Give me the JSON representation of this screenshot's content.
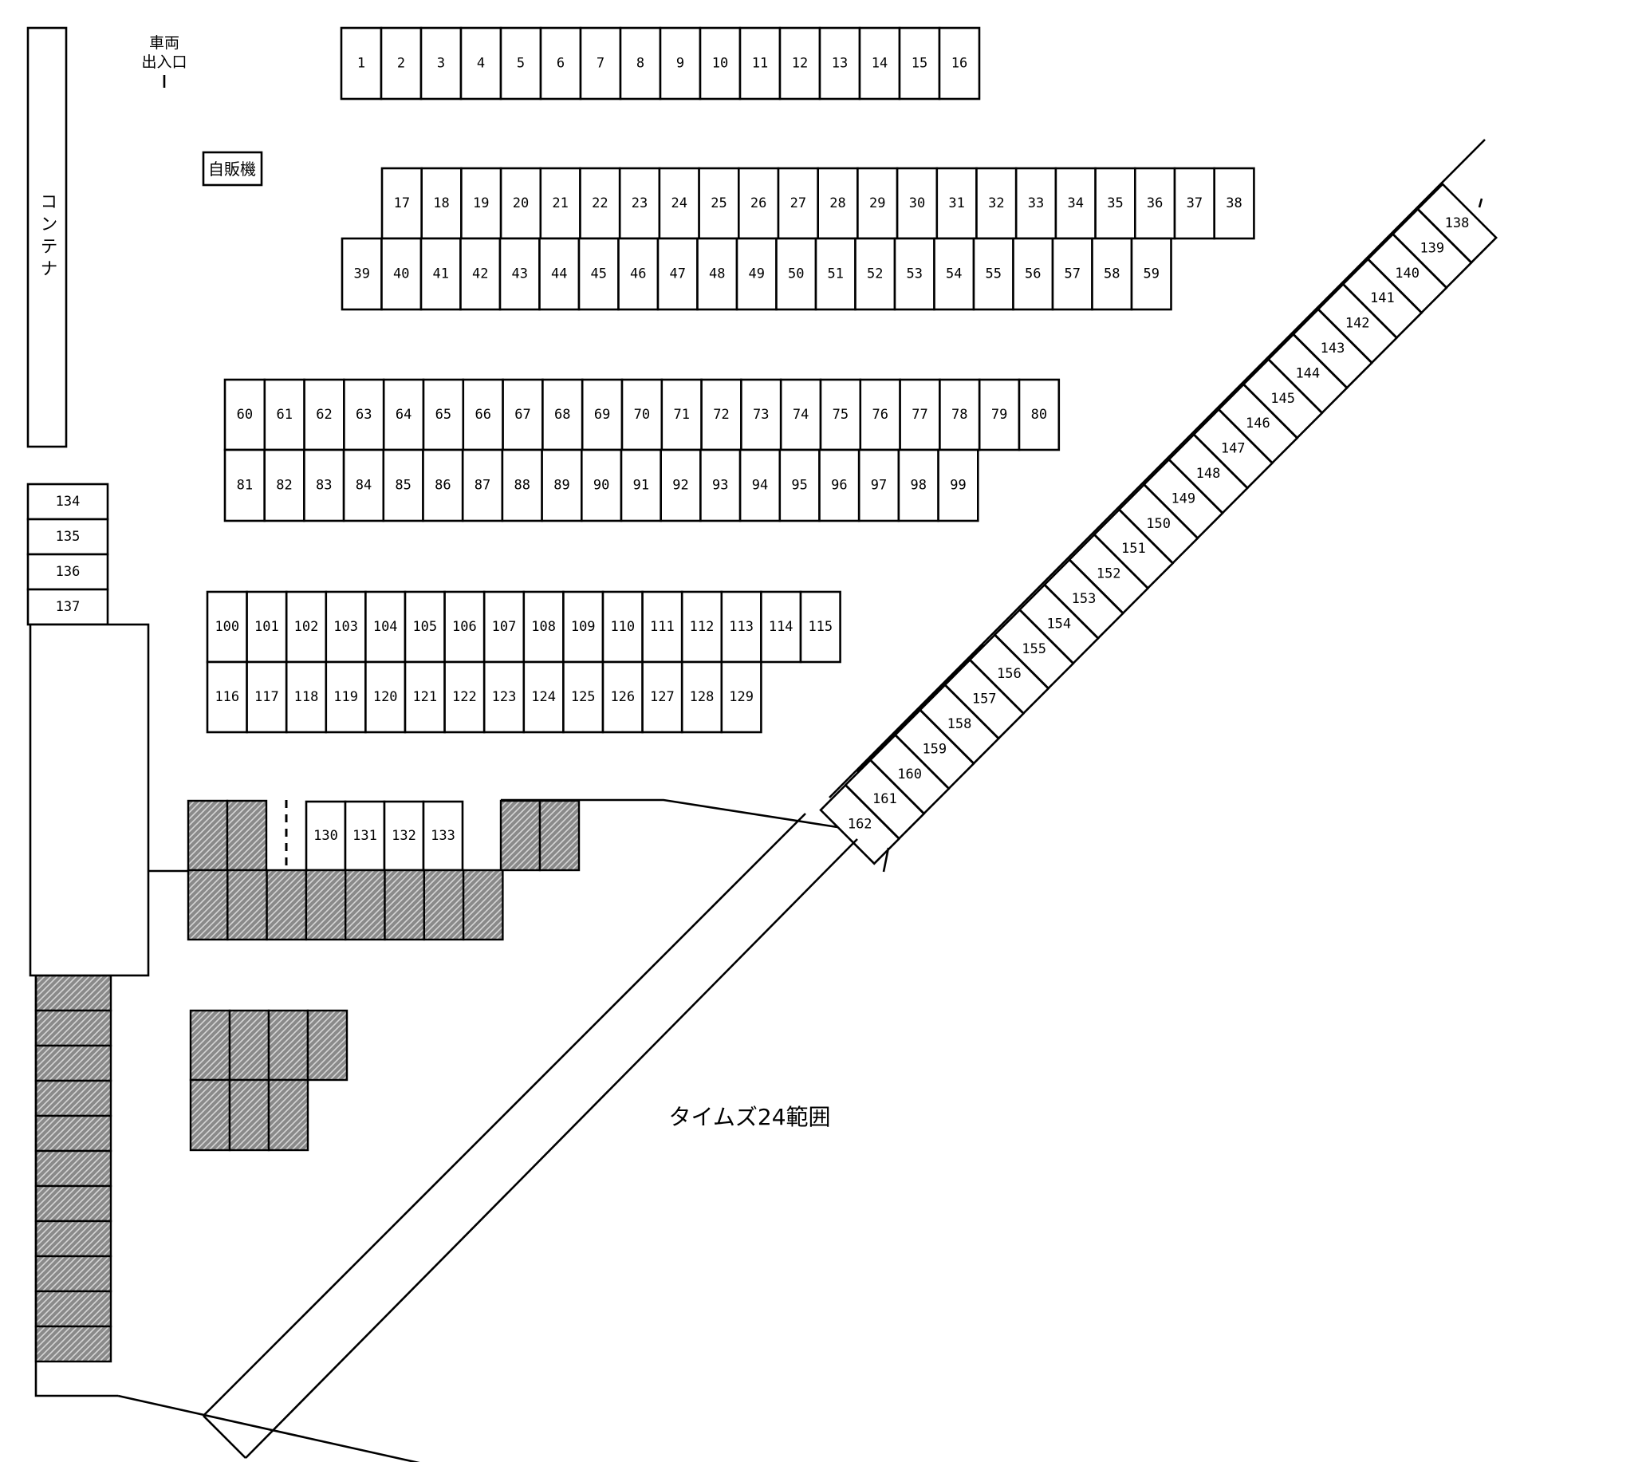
{
  "labels": {
    "vehicle_entrance_line1": "車両",
    "vehicle_entrance_line2": "出入口",
    "vending_machine": "自販機",
    "container": "コンテナ",
    "area_label": "タイムズ24範囲"
  },
  "stalls": {
    "row_a": [
      "1",
      "2",
      "3",
      "4",
      "5",
      "6",
      "7",
      "8",
      "9",
      "10",
      "11",
      "12",
      "13",
      "14",
      "15",
      "16"
    ],
    "row_b": [
      "17",
      "18",
      "19",
      "20",
      "21",
      "22",
      "23",
      "24",
      "25",
      "26",
      "27",
      "28",
      "29",
      "30",
      "31",
      "32",
      "33",
      "34",
      "35",
      "36",
      "37",
      "38"
    ],
    "row_c": [
      "39",
      "40",
      "41",
      "42",
      "43",
      "44",
      "45",
      "46",
      "47",
      "48",
      "49",
      "50",
      "51",
      "52",
      "53",
      "54",
      "55",
      "56",
      "57",
      "58",
      "59"
    ],
    "row_d": [
      "60",
      "61",
      "62",
      "63",
      "64",
      "65",
      "66",
      "67",
      "68",
      "69",
      "70",
      "71",
      "72",
      "73",
      "74",
      "75",
      "76",
      "77",
      "78",
      "79",
      "80"
    ],
    "row_e": [
      "81",
      "82",
      "83",
      "84",
      "85",
      "86",
      "87",
      "88",
      "89",
      "90",
      "91",
      "92",
      "93",
      "94",
      "95",
      "96",
      "97",
      "98",
      "99"
    ],
    "row_f": [
      "100",
      "101",
      "102",
      "103",
      "104",
      "105",
      "106",
      "107",
      "108",
      "109",
      "110",
      "111",
      "112",
      "113",
      "114",
      "115"
    ],
    "row_g": [
      "116",
      "117",
      "118",
      "119",
      "120",
      "121",
      "122",
      "123",
      "124",
      "125",
      "126",
      "127",
      "128",
      "129"
    ],
    "row_h": [
      "130",
      "131",
      "132",
      "133"
    ],
    "column_left": [
      "134",
      "135",
      "136",
      "137"
    ],
    "diagonal": [
      "138",
      "139",
      "140",
      "141",
      "142",
      "143",
      "144",
      "145",
      "146",
      "147",
      "148",
      "149",
      "150",
      "151",
      "152",
      "153",
      "154",
      "155",
      "156",
      "157",
      "158",
      "159",
      "160",
      "161",
      "162"
    ]
  }
}
